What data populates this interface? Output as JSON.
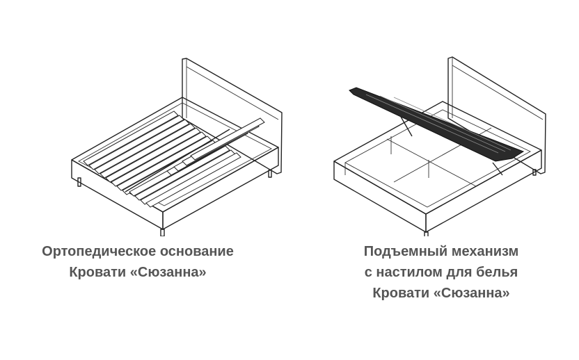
{
  "items": [
    {
      "caption_lines": [
        "Ортопедическое основание",
        "Кровати «Сюзанна»"
      ],
      "illustration": "bed-orthopedic-base-icon"
    },
    {
      "caption_lines": [
        "Подъемный механизм",
        "с настилом для белья",
        "Кровати «Сюзанна»"
      ],
      "illustration": "bed-lift-mechanism-icon"
    }
  ]
}
